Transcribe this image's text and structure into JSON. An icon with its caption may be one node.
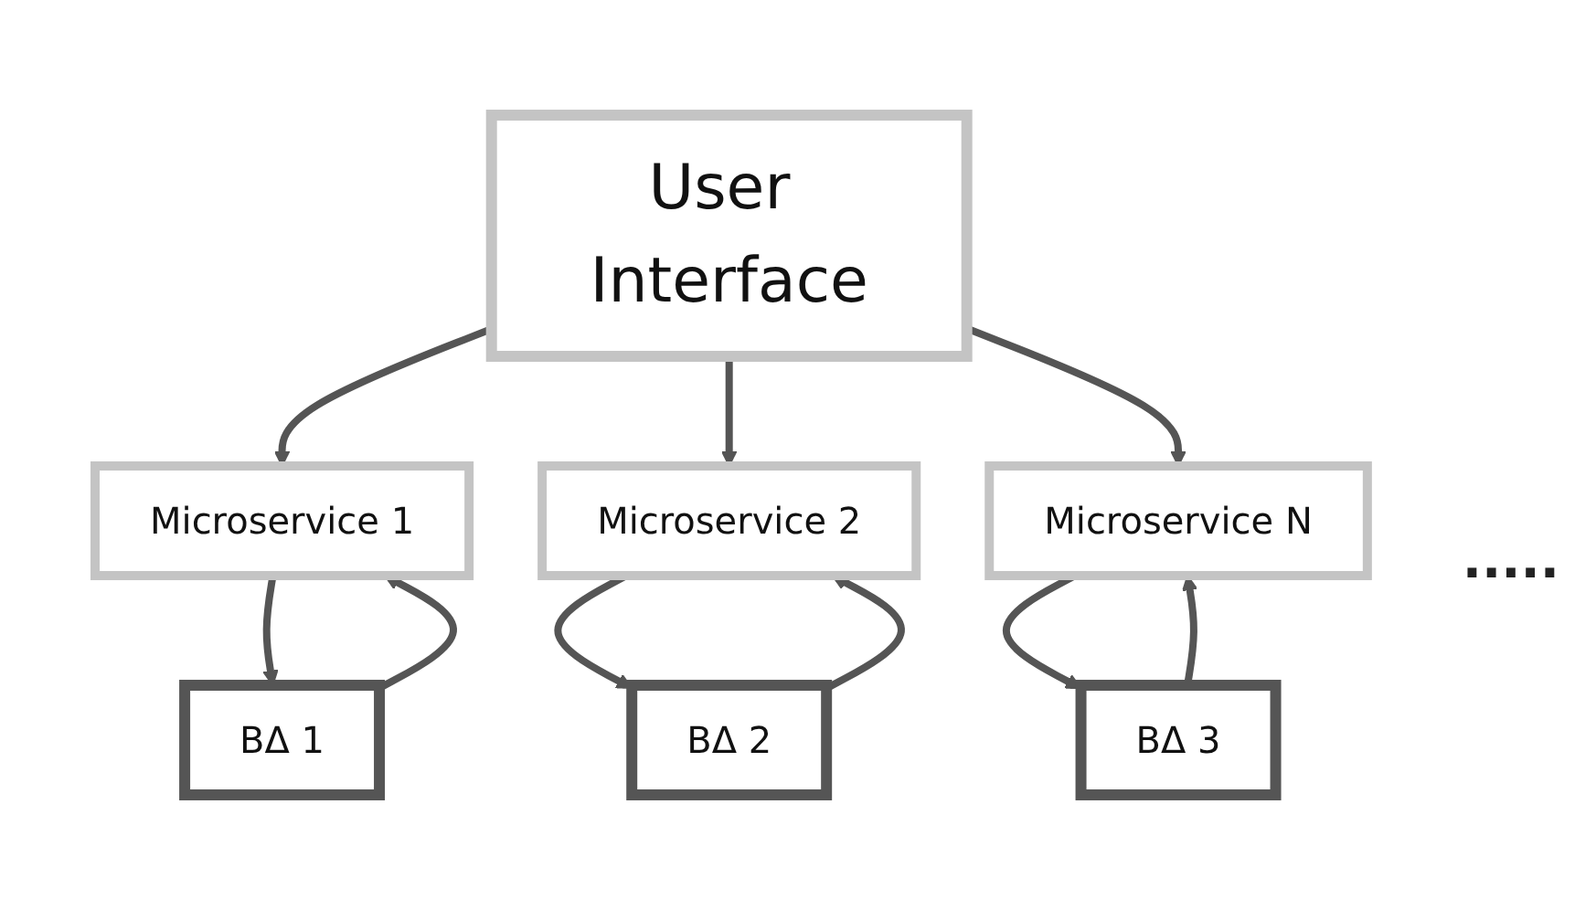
{
  "diagram": {
    "nodes": [
      {
        "text": [
          "User Interface"
        ]
      },
      {
        "text": [
          "Microservice 1"
        ]
      },
      {
        "text": [
          "Microservice 2"
        ]
      },
      {
        "text": [
          "Microservice N"
        ]
      },
      {
        "text": [
          "BΔ 1"
        ]
      },
      {
        "text": [
          "BΔ 2"
        ]
      },
      {
        "text": [
          "BΔ 3"
        ]
      }
    ],
    "edges": [
      {
        "from": 0,
        "to": 1,
        "arrow": "to"
      },
      {
        "from": 0,
        "to": 2,
        "arrow": "to"
      },
      {
        "from": 0,
        "to": 3,
        "arrow": "to"
      },
      {
        "from": 4,
        "to": 1,
        "arrow": "to"
      },
      {
        "from": 1,
        "to": 4,
        "arrow": "to"
      },
      {
        "from": 5,
        "to": 2,
        "arrow": "to"
      },
      {
        "from": 2,
        "to": 5,
        "arrow": "to"
      },
      {
        "from": 6,
        "to": 3,
        "arrow": "to"
      },
      {
        "from": 3,
        "to": 6,
        "arrow": "to"
      }
    ],
    "labels": [
      "....."
    ]
  }
}
